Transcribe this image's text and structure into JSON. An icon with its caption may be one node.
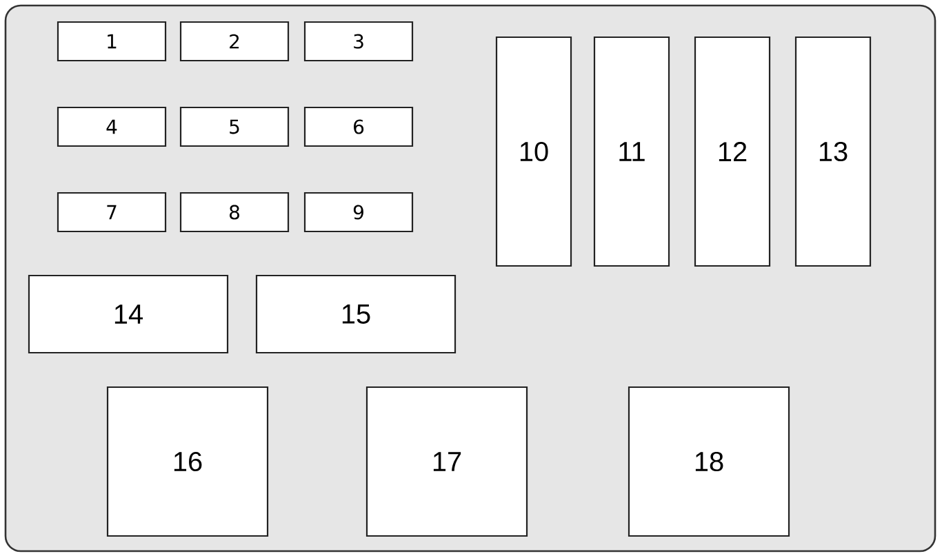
{
  "diagram": {
    "nodes": [
      {
        "text": [],
        "shape": "box"
      },
      {
        "text": [
          "1"
        ],
        "in": 0
      },
      {
        "text": [
          "2"
        ],
        "in": 0
      },
      {
        "text": [
          "3"
        ],
        "in": 0
      },
      {
        "text": [
          "4"
        ],
        "in": 0
      },
      {
        "text": [
          "5"
        ],
        "in": 0
      },
      {
        "text": [
          "6"
        ],
        "in": 0
      },
      {
        "text": [
          "7"
        ],
        "in": 0
      },
      {
        "text": [
          "8"
        ],
        "in": 0
      },
      {
        "text": [
          "9"
        ],
        "in": 0
      },
      {
        "text": [
          "10"
        ],
        "in": 0
      },
      {
        "text": [
          "11"
        ],
        "in": 0
      },
      {
        "text": [
          "12"
        ],
        "in": 0
      },
      {
        "text": [
          "13"
        ],
        "in": 0
      },
      {
        "text": [
          "14"
        ],
        "in": 0
      },
      {
        "text": [
          "15"
        ],
        "in": 0
      },
      {
        "text": [
          "16"
        ],
        "in": 0
      },
      {
        "text": [
          "17"
        ],
        "in": 0
      },
      {
        "text": [
          "18"
        ],
        "in": 0
      }
    ]
  }
}
